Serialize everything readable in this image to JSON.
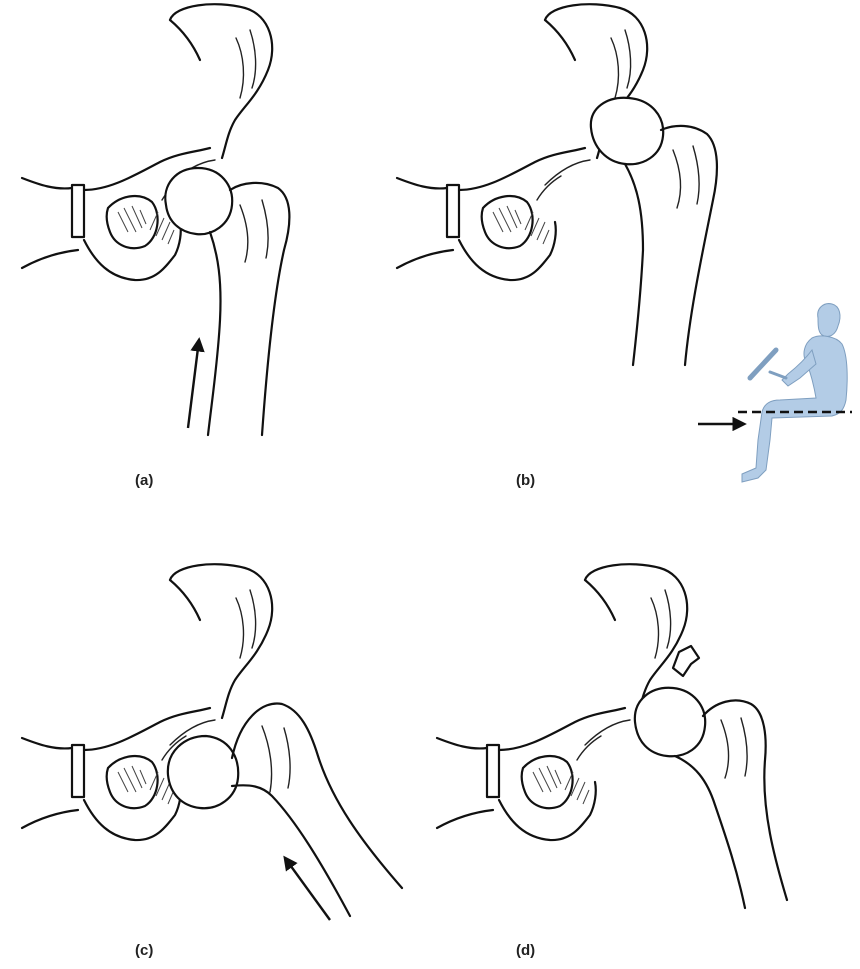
{
  "panels": [
    {
      "id": "a",
      "label": "(a)"
    },
    {
      "id": "b",
      "label": "(b)"
    },
    {
      "id": "c",
      "label": "(c)"
    },
    {
      "id": "d",
      "label": "(d)"
    }
  ],
  "colors": {
    "line": "#111111",
    "figure_fill": "#b3cce6",
    "figure_stroke": "#7f9fc0"
  }
}
